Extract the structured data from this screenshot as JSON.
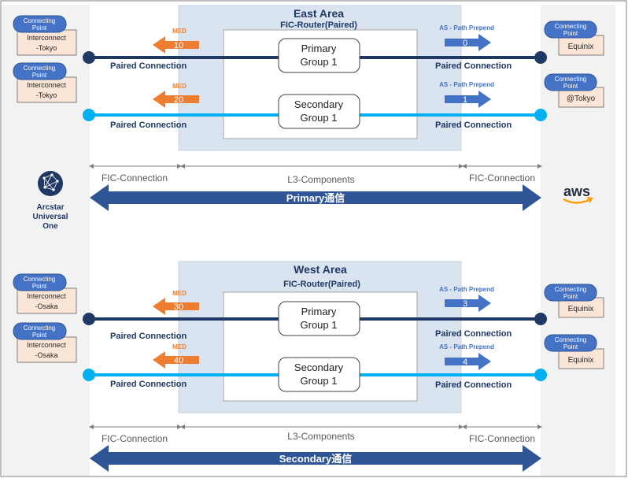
{
  "left_provider": {
    "name_lines": [
      "Arcstar",
      "Universal",
      "One"
    ]
  },
  "right_provider": {
    "name": "aws"
  },
  "east": {
    "area_title": "East Area",
    "router_label": "FIC-Router(Paired)",
    "primary_group": [
      "Primary",
      "Group 1"
    ],
    "secondary_group": [
      "Secondary",
      "Group 1"
    ],
    "med_label": "MED",
    "prepend_label": "AS - Path Prepend",
    "connection_label": "Paired Connection",
    "primary_med": "10",
    "secondary_med": "20",
    "primary_prepend": "0",
    "secondary_prepend": "1",
    "left_points": [
      {
        "badge": [
          "Connecting",
          "Point"
        ],
        "name": [
          "Interconnect",
          "-Tokyo"
        ]
      },
      {
        "badge": [
          "Connecting",
          "Point"
        ],
        "name": [
          "Interconnect",
          "-Tokyo"
        ]
      }
    ],
    "right_points": [
      {
        "badge": [
          "Connecting",
          "Point"
        ],
        "name": "Equinix"
      },
      {
        "badge": [
          "Connecting",
          "Point"
        ],
        "name": "@Tokyo"
      }
    ]
  },
  "west": {
    "area_title": "West Area",
    "router_label": "FIC-Router(Paired)",
    "primary_group": [
      "Primary",
      "Group 1"
    ],
    "secondary_group": [
      "Secondary",
      "Group 1"
    ],
    "med_label": "MED",
    "prepend_label": "AS - Path Prepend",
    "connection_label": "Paired Connection",
    "primary_med": "30",
    "secondary_med": "40",
    "primary_prepend": "3",
    "secondary_prepend": "4",
    "left_points": [
      {
        "badge": [
          "Connecting",
          "Point"
        ],
        "name": [
          "Interconnect",
          "-Osaka"
        ]
      },
      {
        "badge": [
          "Connecting",
          "Point"
        ],
        "name": [
          "Interconnect",
          "-Osaka"
        ]
      }
    ],
    "right_points": [
      {
        "badge": [
          "Connecting",
          "Point"
        ],
        "name": "Equinix"
      },
      {
        "badge": [
          "Connecting",
          "Point"
        ],
        "name": "Equinix"
      }
    ]
  },
  "segments": {
    "fic_connection": "FIC-Connection",
    "l3_components": "L3-Components"
  },
  "communications": {
    "primary": "Primary通信",
    "secondary": "Secondary通信"
  },
  "colors": {
    "dark_line": "#1f3864",
    "light_line": "#00b0f0",
    "med_arrow": "#ed7d31",
    "prepend_arrow": "#4472c4",
    "badge": "#4472c4",
    "big_arrow": "#2f5597",
    "area_fill": "#dae3f0",
    "side_panel": "#f2f2f2"
  }
}
